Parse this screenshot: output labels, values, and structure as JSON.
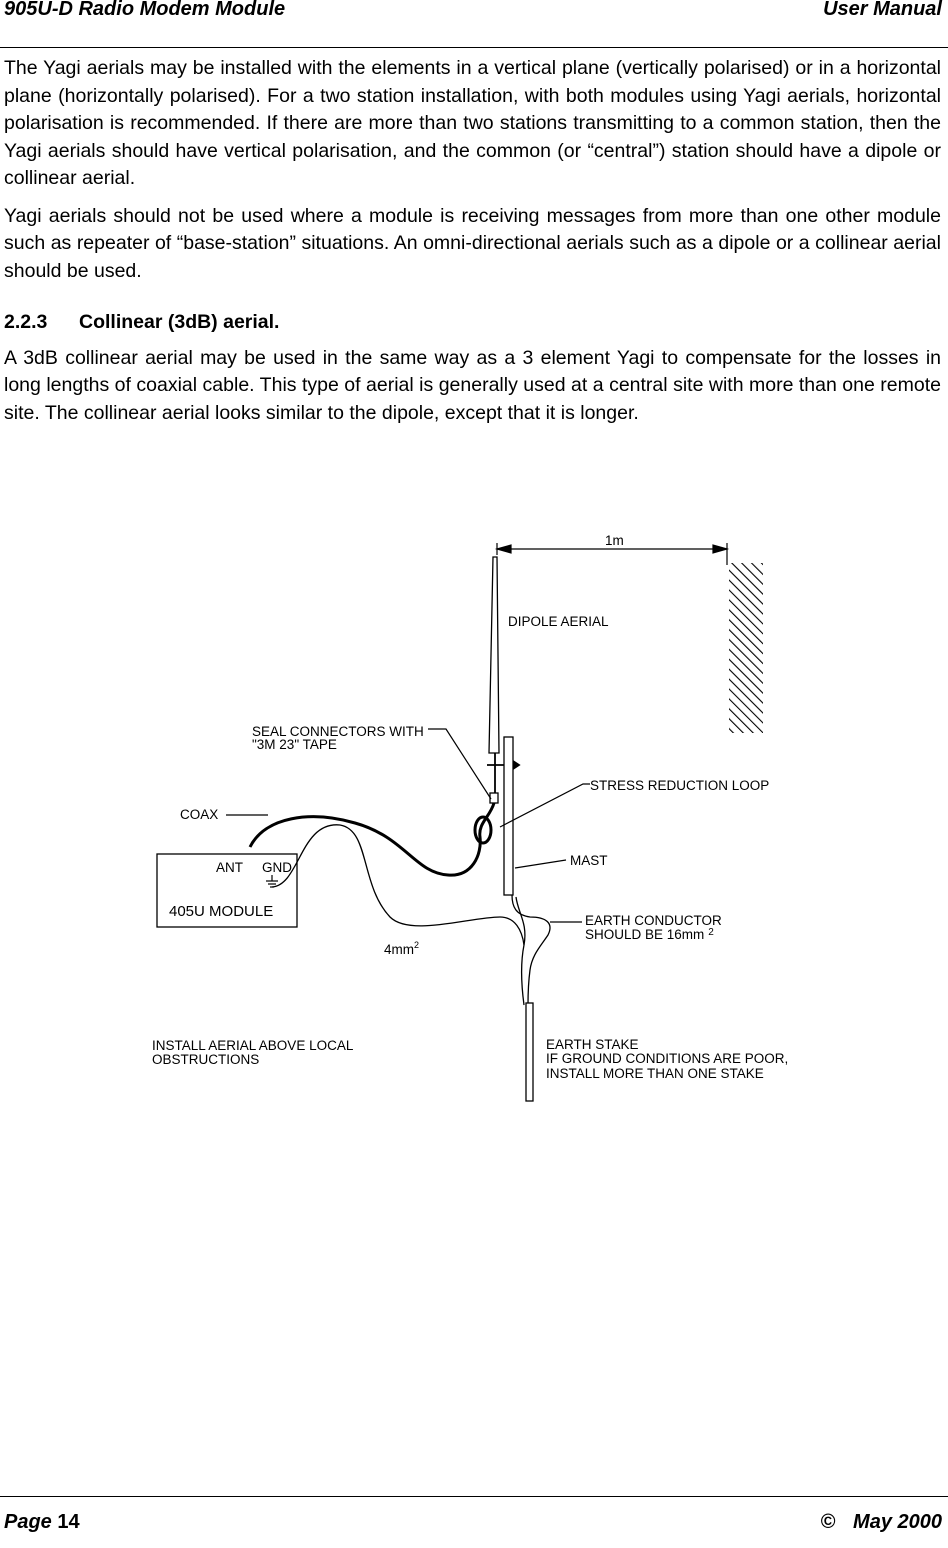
{
  "header": {
    "left": "905U-D Radio Modem  Module",
    "right": "User Manual"
  },
  "body": {
    "para1": "The Yagi aerials may be installed with the elements  in a vertical plane (vertically polarised) or in a horizontal plane (horizontally polarised).  For a two station installation,  with both modules using Yagi aerials,  horizontal polarisation is recommended.  If there are more than two stations transmitting to a common station,  then the Yagi aerials should have vertical polarisation,  and the common (or “central”) station  should have a dipole or collinear aerial.",
    "para2": "Yagi aerials should not be used where a module is receiving messages from more than one other module such as repeater of “base-station” situations. An omni-directional aerials such as a dipole or a collinear aerial should be used.",
    "section_number": "2.2.3",
    "section_title": "Collinear (3dB) aerial.",
    "para3": "A 3dB collinear aerial may be used in the same way as a 3 element Yagi to compensate for the losses in long lengths of coaxial cable.  This type of aerial is generally used at a central site with more than one remote site.  The collinear aerial looks similar to the dipole,  except that it is longer."
  },
  "figure": {
    "dimension_label": "1m",
    "dipole_label": "DIPOLE AERIAL",
    "seal_line1": "SEAL CONNECTORS WITH",
    "seal_line2": "\"3M 23\" TAPE",
    "stress_label": "STRESS REDUCTION LOOP",
    "coax_label": "COAX",
    "mast_label": "MAST",
    "module_label": "405U MODULE",
    "ant_label": "ANT",
    "gnd_label": "GND",
    "earth_conductor_line1": "EARTH CONDUCTOR",
    "earth_conductor_line2": "SHOULD BE 16mm",
    "earth_conductor_sup": "2",
    "wire_label": "4mm",
    "wire_sup": "2",
    "install_line1": "INSTALL AERIAL ABOVE LOCAL",
    "install_line2": "OBSTRUCTIONS",
    "stake_line1": "EARTH STAKE",
    "stake_line2": "IF GROUND CONDITIONS ARE POOR,",
    "stake_line3": "INSTALL MORE THAN ONE STAKE"
  },
  "footer": {
    "page_word": "Page",
    "page_number": "14",
    "copyright": "©",
    "date": "May 2000"
  }
}
